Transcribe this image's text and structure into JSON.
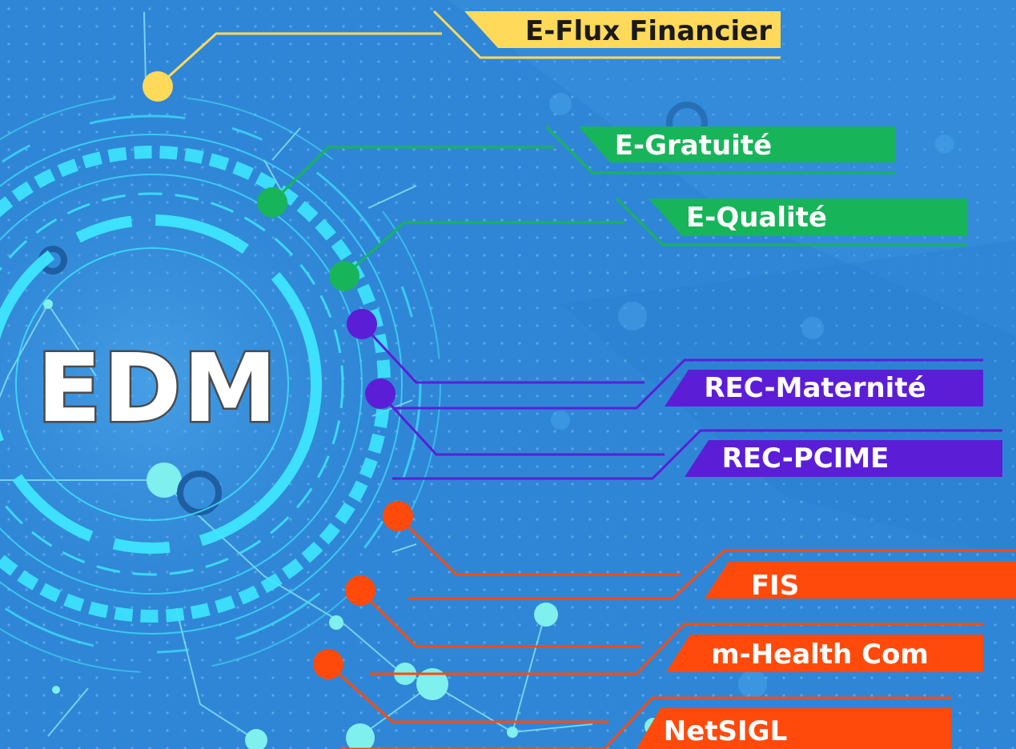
{
  "center": {
    "title": "EDM"
  },
  "colors": {
    "background": "#2f86d6",
    "ring": "#3ee6ff",
    "yellow": "#ffd95a",
    "green": "#18b45a",
    "purple": "#5b1ed6",
    "orange": "#ff4a0c",
    "label_dark_text": "#1a1a1a",
    "label_light_text": "#ffffff"
  },
  "modules": [
    {
      "label": "E-Flux Financier",
      "group": "yellow"
    },
    {
      "label": "E-Gratuité",
      "group": "green"
    },
    {
      "label": "E-Qualité",
      "group": "green"
    },
    {
      "label": "REC-Maternité",
      "group": "purple"
    },
    {
      "label": "REC-PCIME",
      "group": "purple"
    },
    {
      "label": "FIS",
      "group": "orange"
    },
    {
      "label": "m-Health Com",
      "group": "orange"
    },
    {
      "label": "NetSIGL",
      "group": "orange"
    }
  ]
}
